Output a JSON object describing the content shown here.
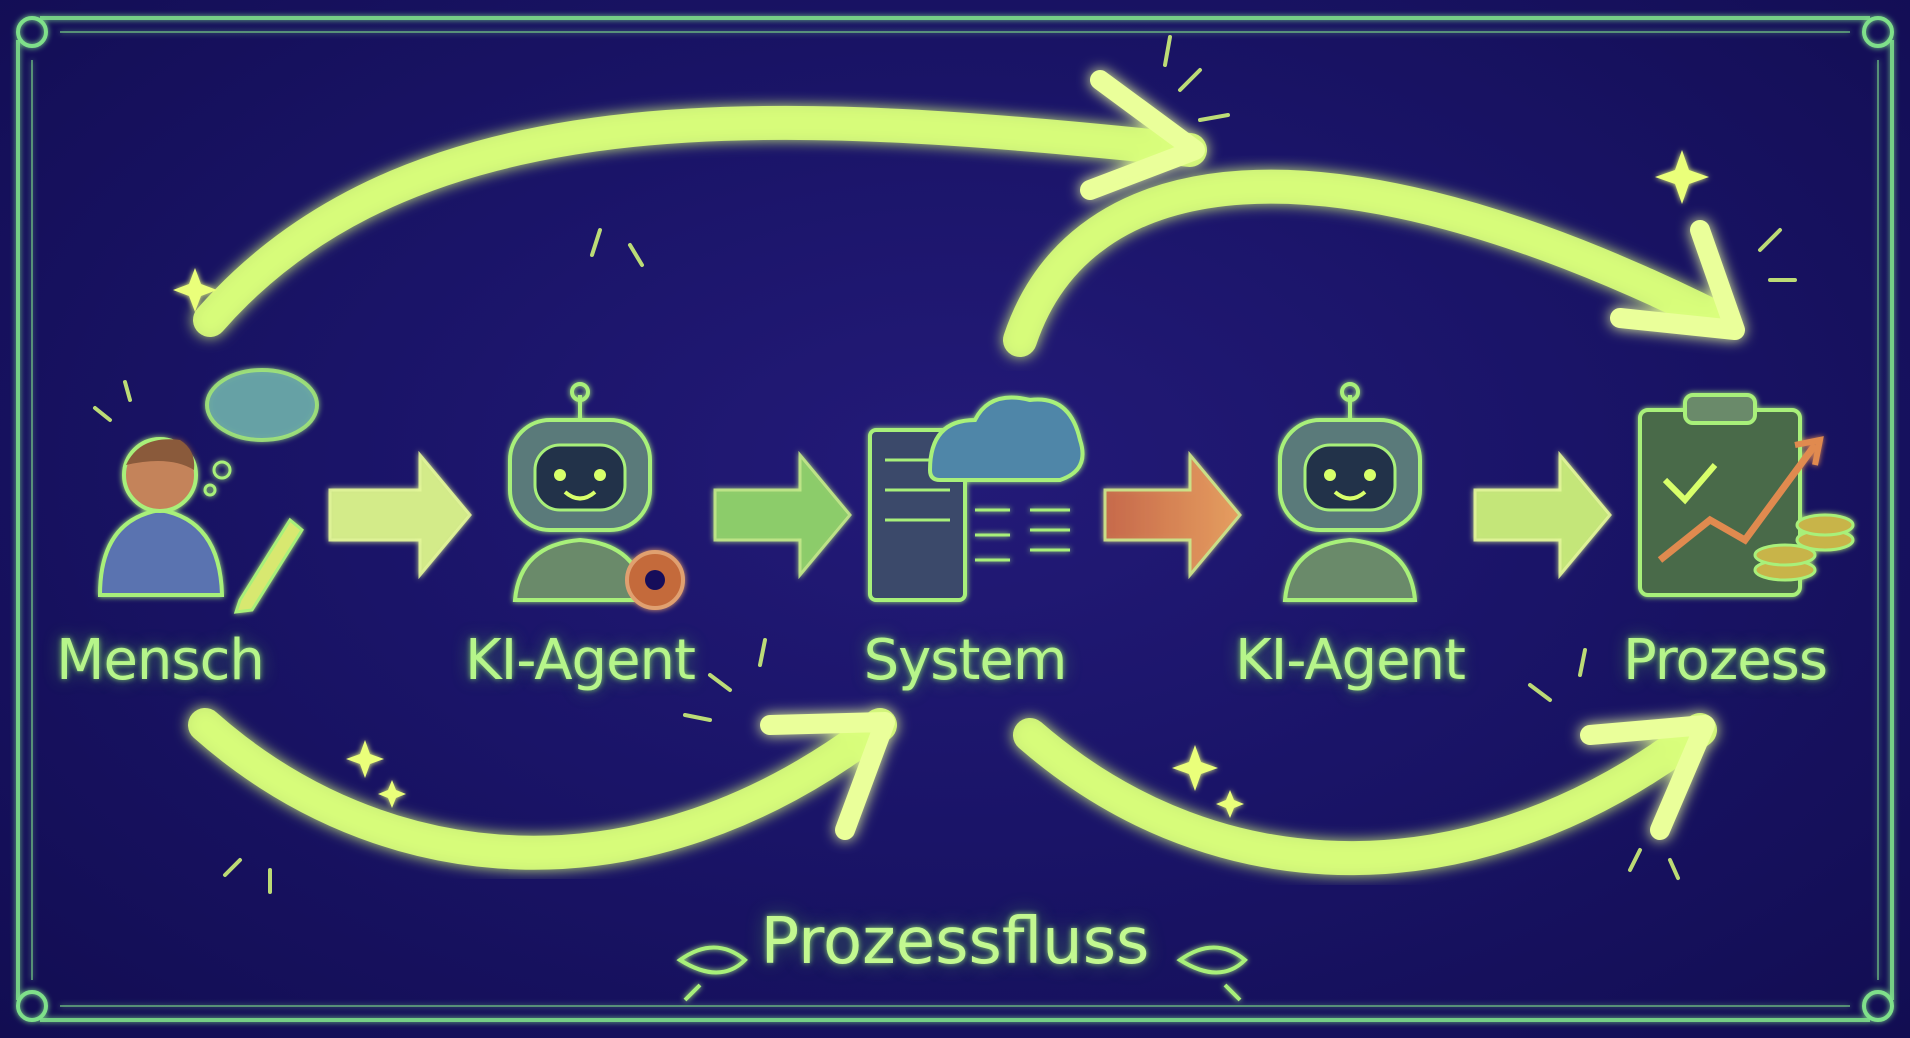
{
  "diagram": {
    "nodes": [
      {
        "id": "mensch",
        "label": "Mensch",
        "icon": "person-with-pencil-icon"
      },
      {
        "id": "ki-agent-1",
        "label": "KI-Agent",
        "icon": "robot-with-gear-icon"
      },
      {
        "id": "system",
        "label": "System",
        "icon": "server-cloud-icon"
      },
      {
        "id": "ki-agent-2",
        "label": "KI-Agent",
        "icon": "robot-icon"
      },
      {
        "id": "prozess",
        "label": "Prozess",
        "icon": "clipboard-chart-coins-icon"
      }
    ],
    "footer_label": "Prozessfluss",
    "colors": {
      "background": "#15105a",
      "frame": "#7fe08a",
      "glow": "#d9ff7a",
      "label": "#b6f58a",
      "accent_orange": "#e08a50"
    }
  }
}
